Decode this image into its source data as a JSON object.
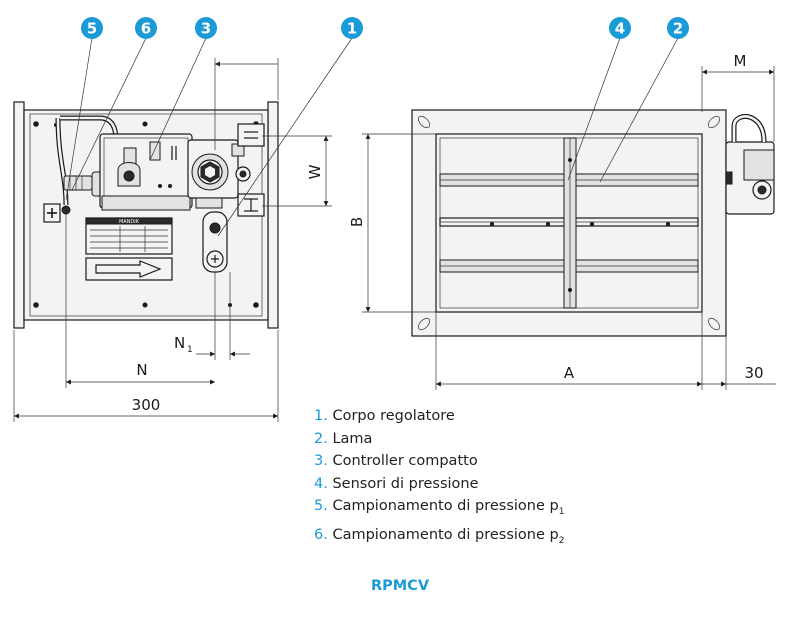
{
  "callouts": [
    {
      "id": "5",
      "color": "#1a9ad6"
    },
    {
      "id": "6",
      "color": "#1a9ad6"
    },
    {
      "id": "3",
      "color": "#1a9ad6"
    },
    {
      "id": "1",
      "color": "#1a9ad6"
    },
    {
      "id": "4",
      "color": "#1a9ad6"
    },
    {
      "id": "2",
      "color": "#1a9ad6"
    }
  ],
  "dimensions": {
    "W": "W",
    "B": "B",
    "N1_main": "N",
    "N1_sub": "1",
    "N": "N",
    "width_300": "300",
    "A": "A",
    "M": "M",
    "offset_30": "30"
  },
  "nameplate_text": "MANDIK",
  "legend": [
    {
      "num": "1.",
      "text": "Corpo regolatore",
      "sub": ""
    },
    {
      "num": "2.",
      "text": "Lama",
      "sub": ""
    },
    {
      "num": "3.",
      "text": "Controller compatto",
      "sub": ""
    },
    {
      "num": "4.",
      "text": "Sensori di pressione",
      "sub": ""
    },
    {
      "num": "5.",
      "text": "Campionamento di pressione p",
      "sub": "1"
    },
    {
      "num": "6.",
      "text": "Campionamento di pressione p",
      "sub": "2"
    }
  ],
  "model_title": "RPMCV",
  "colors": {
    "accent": "#1a9ad6",
    "line": "#1a1a1a"
  },
  "icons": [
    "right-arrow-icon",
    "plus-terminal-icon"
  ]
}
